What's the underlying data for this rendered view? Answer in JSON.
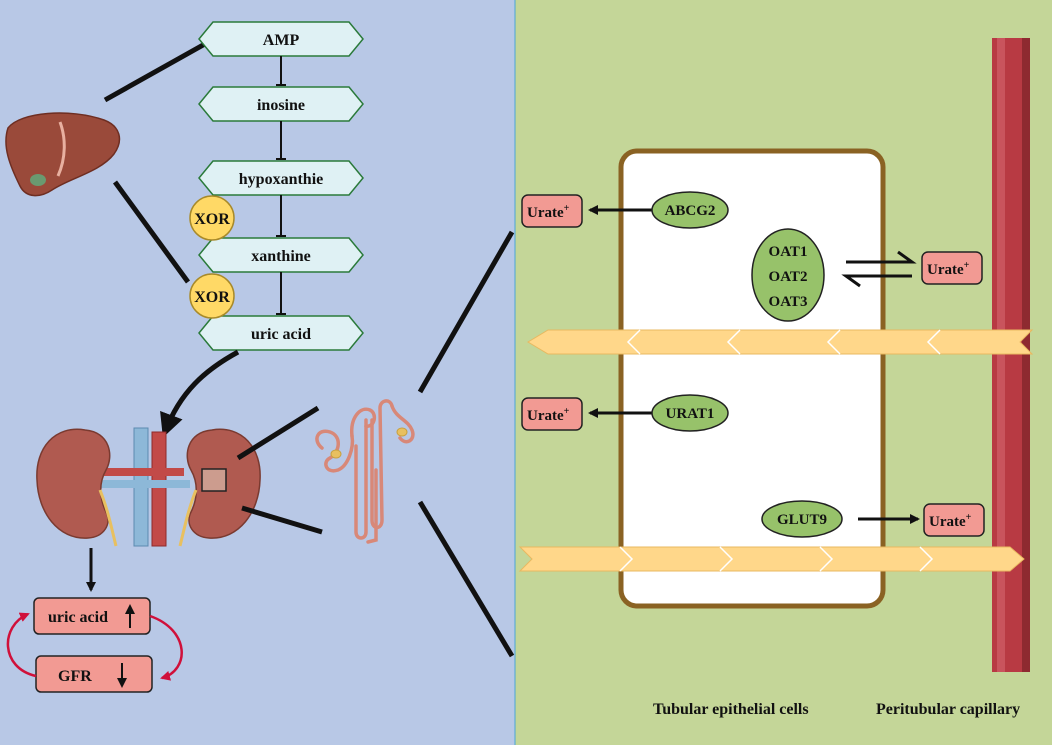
{
  "colors": {
    "left_panel_bg": "#b8c8e6",
    "right_panel_bg": "#c4d698",
    "hexagon_fill": "#dff1f4",
    "hexagon_stroke": "#2a7a3a",
    "enzyme_fill": "#ffd966",
    "urate_box_fill": "#f29a93",
    "transporter_fill": "#97c26a",
    "cell_border": "#8a6223",
    "capillary": "#b83a43",
    "membrane": "#ffd78a",
    "feedback_arrow": "#d0103a"
  },
  "pathway": {
    "steps": [
      "AMP",
      "inosine",
      "hypoxanthie",
      "xanthine",
      "uric acid"
    ],
    "enzymes": [
      "XOR",
      "XOR"
    ]
  },
  "feedback": {
    "uric_acid_label": "uric acid",
    "gfr_label": "GFR"
  },
  "transporters": {
    "abcg2": "ABCG2",
    "oat": [
      "OAT1",
      "OAT2",
      "OAT3"
    ],
    "urat1": "URAT1",
    "glut9": "GLUT9"
  },
  "urate": {
    "label": "Urate",
    "superscript": "+"
  },
  "footer": {
    "cells_label": "Tubular epithelial cells",
    "capillary_label": "Peritubular capillary"
  },
  "icons": [
    "liver-icon",
    "kidneys-icon",
    "nephron-icon"
  ]
}
